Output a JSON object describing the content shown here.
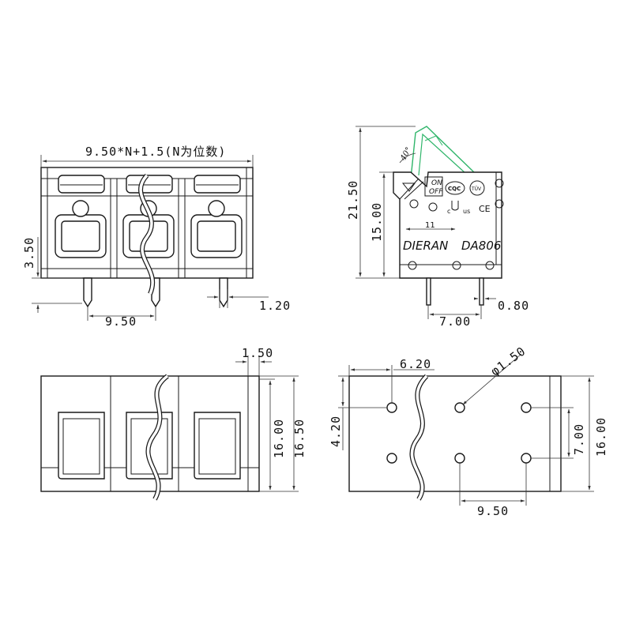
{
  "front_view": {
    "width_formula": "9.50*N+1.5(N为位数)",
    "height_3_50": "3.50",
    "pitch_9_50": "9.50",
    "pin_1_20": "1.20"
  },
  "side_view": {
    "height_21_50": "21.50",
    "height_15_00": "15.00",
    "angle_40": "40°",
    "pin_pitch_7_00": "7.00",
    "pin_0_80": "0.80",
    "labels": {
      "brand": "DIERAN",
      "model": "DA806",
      "on": "ON",
      "off": "OFF",
      "cqc": "CQC",
      "tuv": "TÜV",
      "ce": "CE",
      "ul": "c",
      "ul_us": "us",
      "span_11": "11"
    }
  },
  "bottom_view": {
    "dim_1_50": "1.50",
    "dim_16_00": "16.00",
    "dim_16_50": "16.50"
  },
  "pcb_view": {
    "dim_6_20": "6.20",
    "dim_hole_d": "φ1.50",
    "dim_4_20": "4.20",
    "dim_7_00": "7.00",
    "dim_16_00": "16.00",
    "dim_9_50": "9.50"
  },
  "colors": {
    "line": "#1a1a1a",
    "lever_green": "#2fb56a"
  }
}
